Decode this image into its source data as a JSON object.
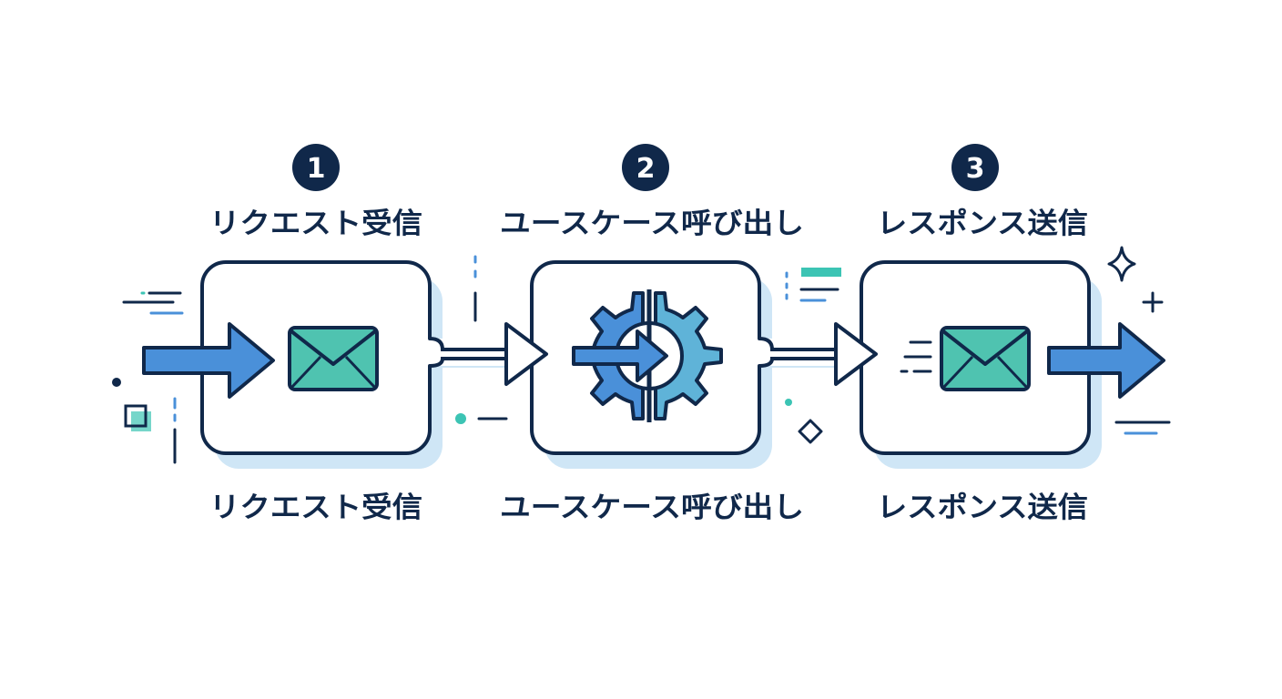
{
  "steps": [
    {
      "number": "1",
      "title": "リクエスト受信",
      "caption": "リクエスト受信",
      "icon": "envelope-icon"
    },
    {
      "number": "2",
      "title": "ユースケース呼び出し",
      "caption": "ユースケース呼び出し",
      "icon": "gear-arrow-icon"
    },
    {
      "number": "3",
      "title": "レスポンス送信",
      "caption": "レスポンス送信",
      "icon": "envelope-icon"
    }
  ],
  "colors": {
    "outline": "#10284a",
    "arrow_blue": "#4a90d9",
    "envelope_teal": "#4fc3b0",
    "shadow_light_blue": "#cfe6f6",
    "accent_teal": "#3cc4b4"
  }
}
